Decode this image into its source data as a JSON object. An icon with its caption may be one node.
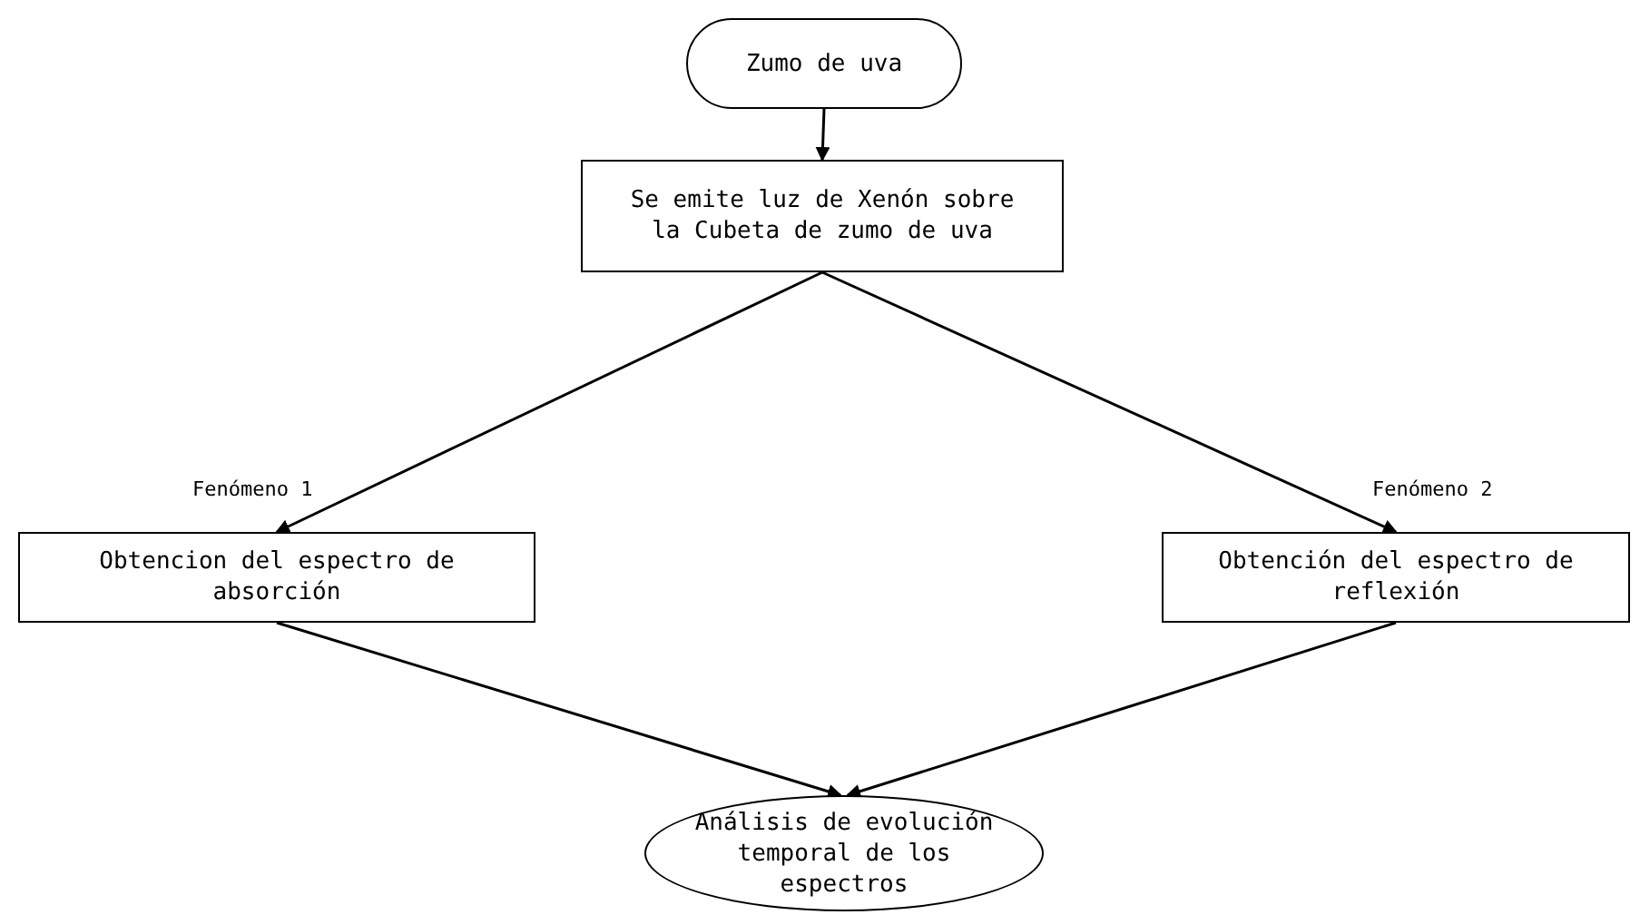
{
  "diagram": {
    "nodes": [
      {
        "text": [
          "Zumo de uva"
        ]
      },
      {
        "text": [
          "Se emite luz de Xenón sobre la Cubeta de zumo de uva"
        ]
      },
      {
        "text": [
          "Obtencion del espectro de absorción"
        ]
      },
      {
        "text": [
          "Obtención del espectro de reflexión"
        ]
      },
      {
        "text": [
          "Análisis de evolución temporal de los espectros"
        ]
      }
    ],
    "edges": [
      {
        "from": 0,
        "to": 1,
        "arrow": "to"
      },
      {
        "from": 1,
        "to": 2,
        "arrow": "to",
        "label": "Fenómeno 1"
      },
      {
        "from": 1,
        "to": 3,
        "arrow": "to",
        "label": "Fenómeno 2"
      },
      {
        "from": 2,
        "to": 4,
        "arrow": "to"
      },
      {
        "from": 3,
        "to": 4,
        "arrow": "to"
      }
    ]
  }
}
